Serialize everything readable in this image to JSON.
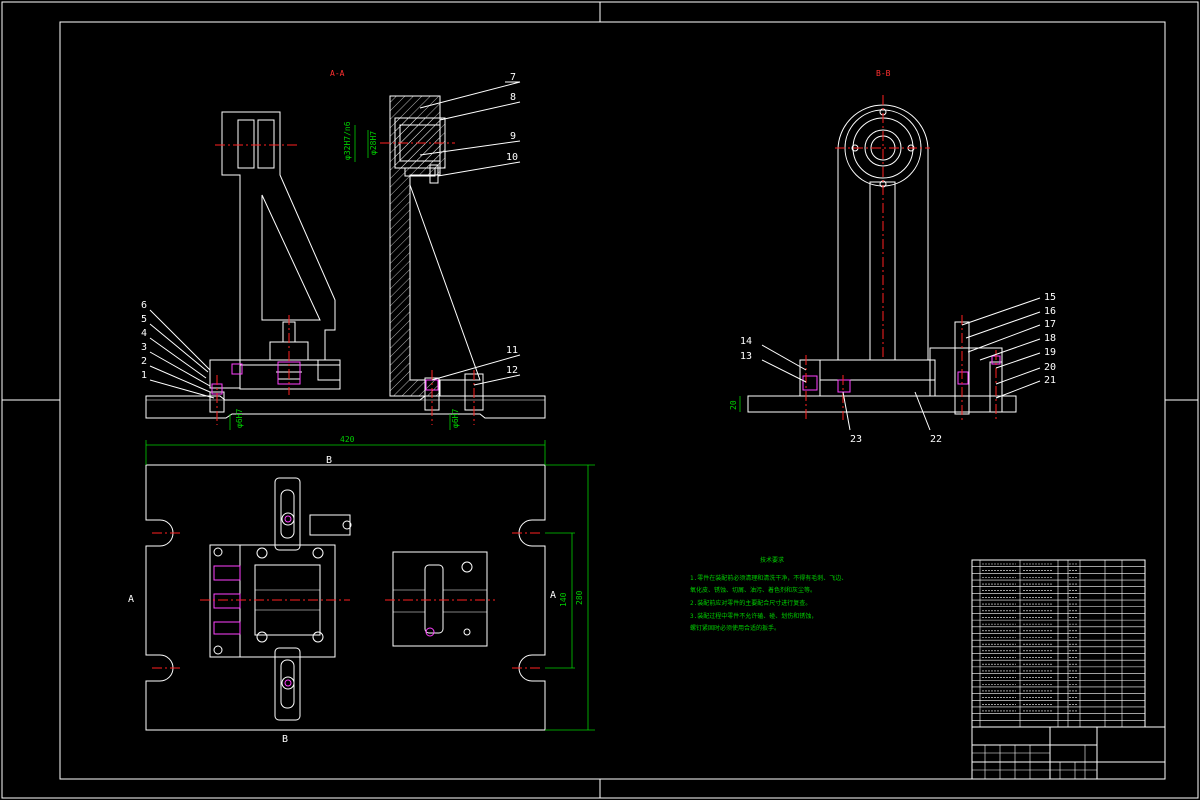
{
  "views": {
    "section_a": {
      "label": "A-A"
    },
    "section_b": {
      "label": "B-B"
    },
    "top_view": {
      "mark_left": "A",
      "mark_right": "A",
      "mark_top": "B",
      "mark_bottom": "B"
    }
  },
  "part_callouts_left": [
    "1",
    "2",
    "3",
    "4",
    "5",
    "6",
    "7",
    "8",
    "9",
    "10",
    "11",
    "12"
  ],
  "part_callouts_right": [
    "13",
    "14",
    "15",
    "16",
    "17",
    "18",
    "19",
    "20",
    "21",
    "22",
    "23"
  ],
  "dimensions": {
    "overall_length": "420",
    "height_280": "280",
    "height_140": "140",
    "b_view_20": "20",
    "bore_upper": "φ32H7/n6",
    "bore_lower": "φ28H7",
    "pin_left": "φ6H7",
    "pin_right": "φ6H7"
  },
  "notes": {
    "title": "技术要求",
    "items": [
      "1.零件在装配前必须清理和清洗干净，不得有毛刺、飞边、",
      "氧化皮、锈蚀、切屑、油污、着色剂和灰尘等。",
      "2.装配前应对零件的主要配合尺寸进行复查。",
      "3.装配过程中零件不允许磕、碰、划伤和锈蚀，",
      "螺钉紧固时必须使用合适的扳手。"
    ]
  },
  "colors": {
    "line": "#ffffff",
    "center": "#ff2020",
    "dim": "#00d000",
    "marker": "#ff40ff"
  }
}
